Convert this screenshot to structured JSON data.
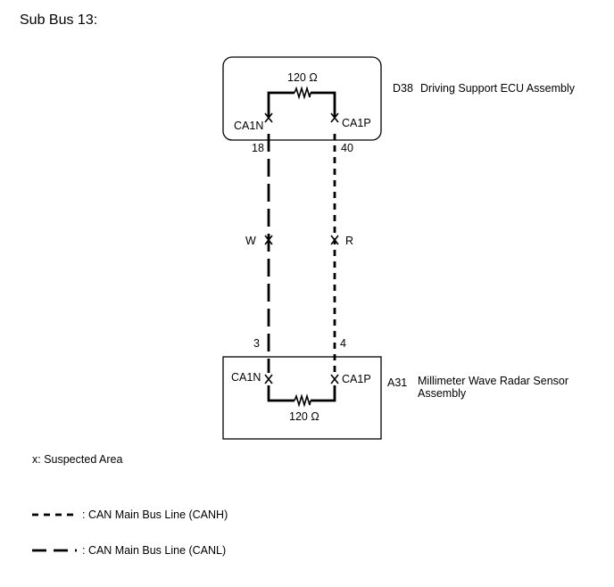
{
  "title": "Sub Bus 13:",
  "top_ecu": {
    "code": "D38",
    "name": "Driving Support ECU Assembly",
    "resistor": "120 Ω",
    "left_terminal": "CA1N",
    "right_terminal": "CA1P",
    "left_pin": "18",
    "right_pin": "40"
  },
  "bottom_ecu": {
    "code": "A31",
    "name_line1": "Millimeter Wave Radar Sensor",
    "name_line2": "Assembly",
    "resistor": "120 Ω",
    "left_terminal": "CA1N",
    "right_terminal": "CA1P",
    "left_pin": "3",
    "right_pin": "4"
  },
  "wires": {
    "left_color": "W",
    "right_color": "R"
  },
  "legend": {
    "suspected": "x: Suspected Area",
    "canh": ": CAN Main Bus Line (CANH)",
    "canl": ": CAN Main Bus Line (CANL)"
  }
}
